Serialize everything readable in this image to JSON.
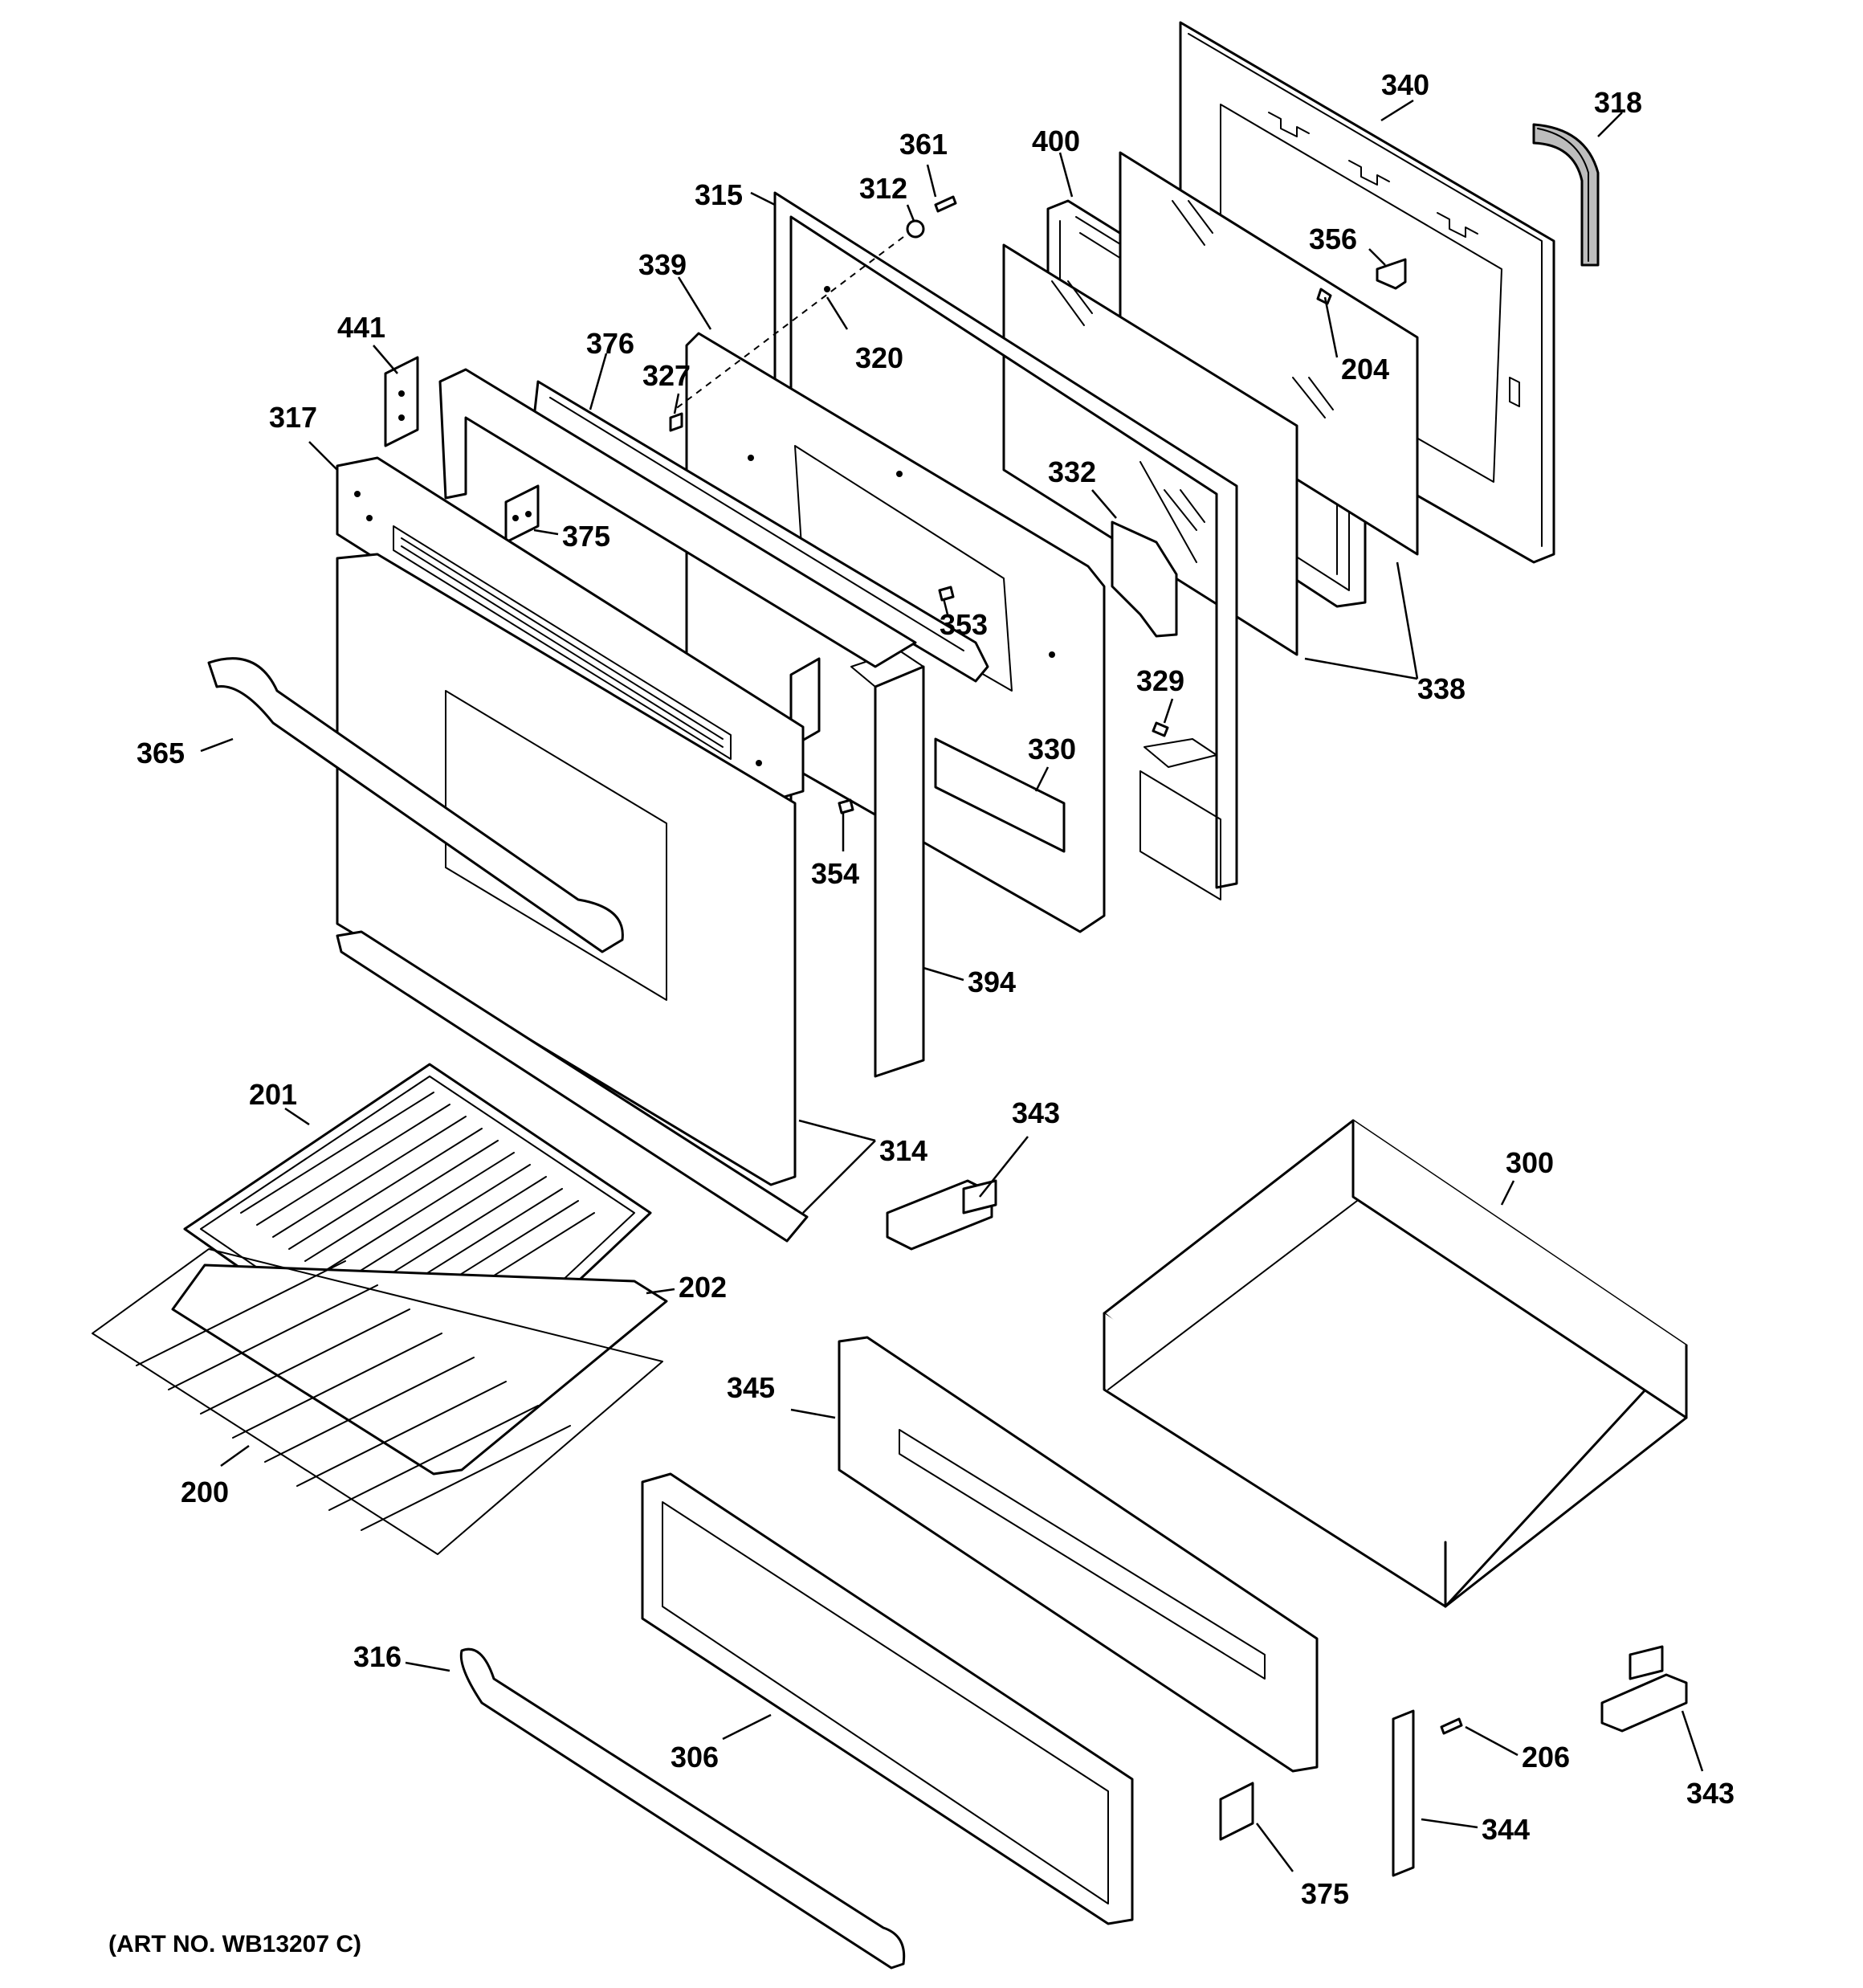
{
  "diagram": {
    "art_number": "(ART NO. WB13207 C)",
    "callouts": {
      "c340": "340",
      "c318": "318",
      "c361": "361",
      "c400": "400",
      "c312": "312",
      "c315": "315",
      "c356": "356",
      "c339": "339",
      "c320": "320",
      "c204": "204",
      "c441": "441",
      "c376": "376",
      "c327": "327",
      "c317": "317",
      "c332": "332",
      "c375a": "375",
      "c353": "353",
      "c338": "338",
      "c329": "329",
      "c365": "365",
      "c330": "330",
      "c354": "354",
      "c394": "394",
      "c201": "201",
      "c343a": "343",
      "c314": "314",
      "c300": "300",
      "c202": "202",
      "c345": "345",
      "c200": "200",
      "c316": "316",
      "c306": "306",
      "c206": "206",
      "c343b": "343",
      "c344": "344",
      "c375b": "375"
    }
  }
}
